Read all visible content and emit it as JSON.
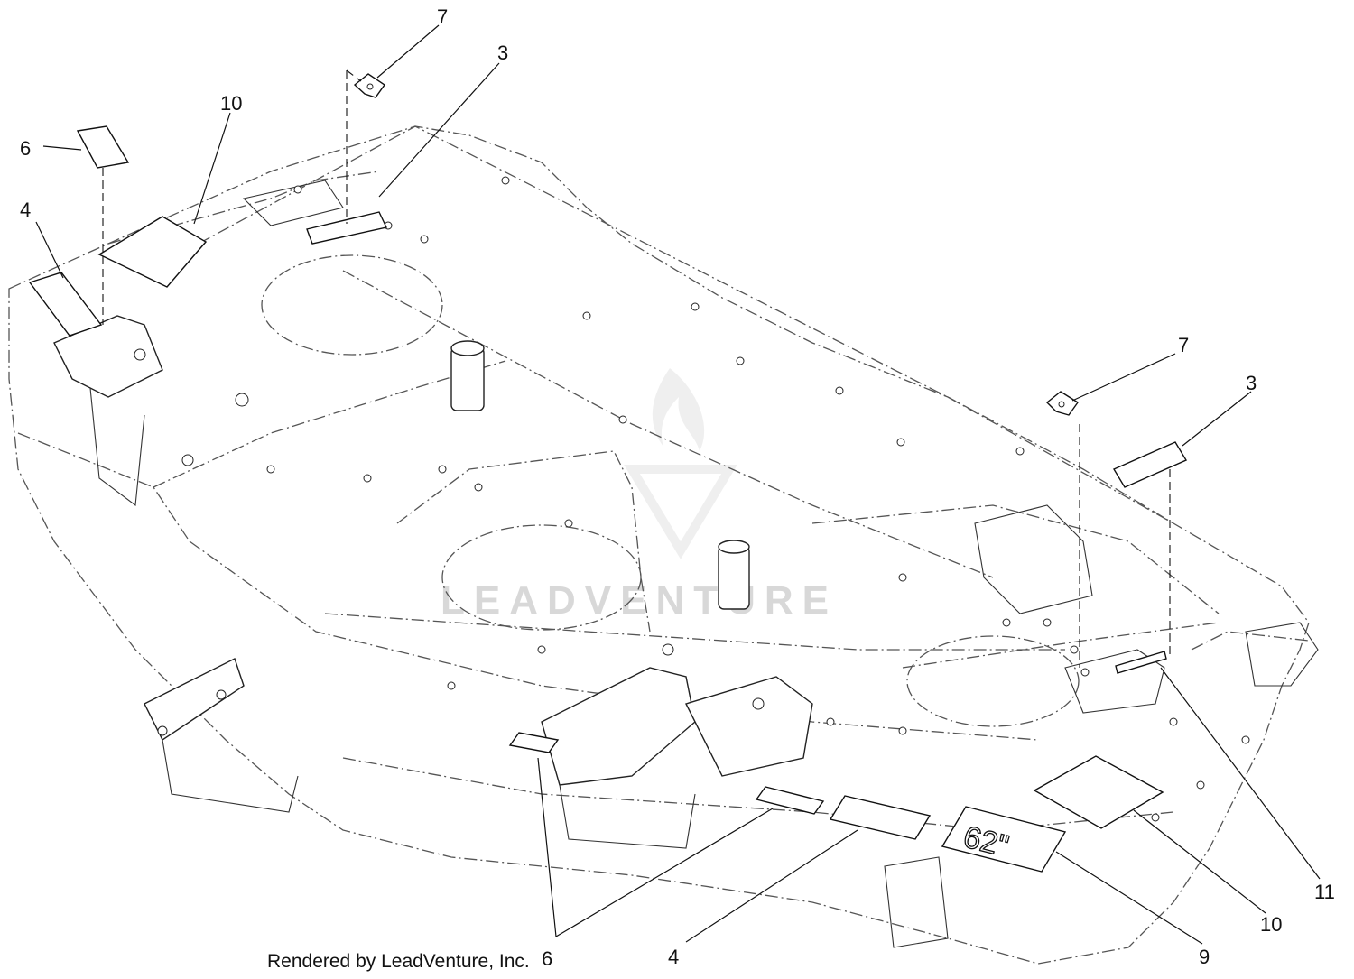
{
  "callouts": {
    "c7_top": "7",
    "c3_top": "3",
    "c10_top": "10",
    "c6_left": "6",
    "c4_left": "4",
    "c7_right": "7",
    "c3_right": "3",
    "c11_right": "11",
    "c10_bottom": "10",
    "c9_bottom": "9",
    "c4_bottom": "4",
    "c6_bottom": "6"
  },
  "decal_62_label": "62\"",
  "watermark": "LEADVENTURE",
  "credit": "Rendered by LeadVenture, Inc."
}
